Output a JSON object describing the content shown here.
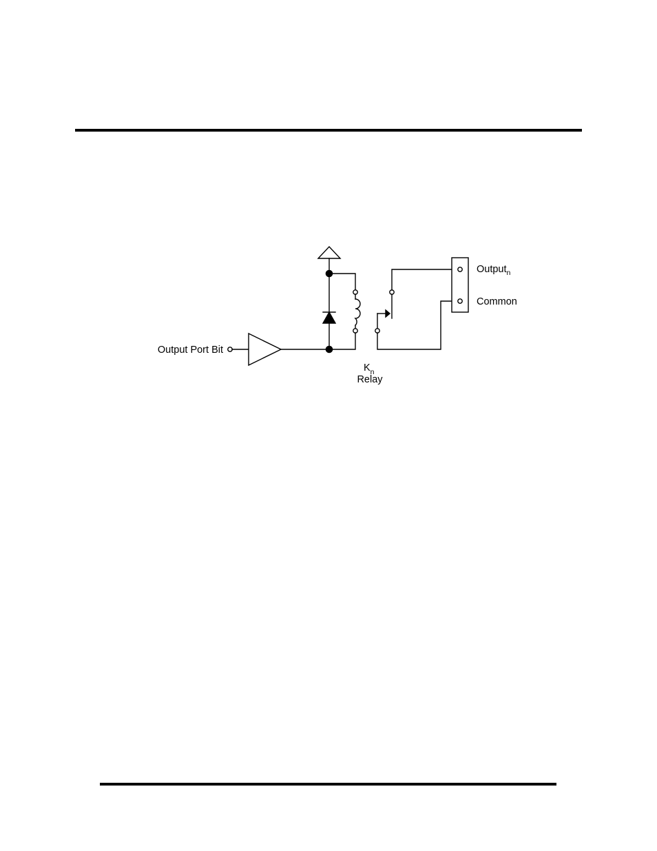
{
  "diagram": {
    "input_label": "Output Port Bit",
    "relay_designator": "K",
    "relay_subscript": "n",
    "relay_label": "Relay",
    "terminal_output_label": "Output",
    "terminal_output_subscript": "n",
    "terminal_common_label": "Common"
  },
  "colors": {
    "ink": "#000000",
    "paper": "#ffffff"
  }
}
